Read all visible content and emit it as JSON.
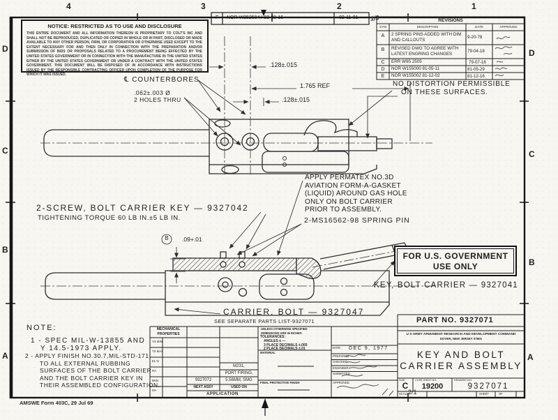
{
  "sheet": {
    "zones_top": [
      "4",
      "3",
      "2",
      "1"
    ],
    "zones_left": [
      "D",
      "C",
      "B",
      "A"
    ],
    "zones_right": [
      "D",
      "C",
      "B",
      "A"
    ],
    "form_footer": "AMSWE Form 403C, 29 Jul 69"
  },
  "notice": {
    "title": "NOTICE: RESTRICTED AS TO USE AND DISCLOSURE",
    "body": "THIS ENTIRE DOCUMENT AND ALL INFORMATION THEREON IS PROPRIETARY TO COLT'S INC AND SHALL NOT BE REPRODUCED, DUPLICATED OR COPIED IN WHOLE OR IN PART, DISCLOSED OR MADE AVAILABLE TO ANY OTHER PERSON, FIRM, OR CORPORATION OR OTHERWISE USED EXCEPT TO THE EXTENT NECESSARY FOR AND THEN ONLY IN CONNECTION WITH THE PREPARATION AND/OR SUBMISSION OF BIDS OR PROPOSALS RELATED TO A PROCUREMENT BEING EFFECTED BY THE UNITED STATES GOVERNMENT OR IN CONNECTION WITH THE MANUFACTURE IN THE UNITED STATES EITHER BY THE UNITED STATES GOVERNMENT OR UNDER A CONTRACT WITH THE UNITED STATES GOVERNMENT. THIS DOCUMENT WILL BE DISPOSED OF IN ACCORDANCE WITH INSTRUCTIONS ISSUED BY THE RESPONSIBLE CONTRACTING OFFICER UPON COMPLETION OF THE PURPOSE FOR WHICH IT WAS ISSUED."
  },
  "change_strip": {
    "rev": "F",
    "change": "NOR W252504 / 82-09-15",
    "date": "82-11-01",
    "mark": "1/3"
  },
  "revisions": {
    "title": "REVISIONS",
    "headers": [
      "SYM",
      "DESCRIPTION",
      "DATE",
      "APPROVED"
    ],
    "rows": [
      {
        "sym": "A",
        "desc": "2 SPRING PINS ADDED WITH DIM AND CALLOUTS",
        "date": "9-20-78"
      },
      {
        "sym": "B",
        "desc": "REVISED DWG TO AGREE WITH LATEST ENGRING CHANGES",
        "date": "79-04-18"
      },
      {
        "sym": "C",
        "desc": "ERR W95 2505",
        "date": "79-07-16"
      },
      {
        "sym": "D",
        "desc": "NOR W155000   81-05-11",
        "date": "81-05-29"
      },
      {
        "sym": "E",
        "desc": "NOR W155002   81-12-02",
        "date": "81-12-16"
      }
    ]
  },
  "callouts": {
    "no_distortion_1": "NO DISTORTION PERMISSIBLE",
    "no_distortion_2": "ON THESE SURFACES.",
    "counterbores": "℄ COUNTERBORES",
    "holes_dia": ".062±.003 Ø",
    "holes_qty": "2 HOLES THRU",
    "dim_128_top": ".128±.015",
    "dim_1765": "1.765 REF",
    "dim_128_mid": ".128±.015",
    "permatex": [
      "APPLY PERMATEX NO.3D",
      "AVIATION FORM-A-GASKET",
      "(LIQUID) AROUND GAS HOLE",
      "ONLY ON BOLT CARRIER",
      "PRIOR TO ASSEMBLY."
    ],
    "spring_pin": "2-MS16562-98 SPRING PIN",
    "screw": "2-SCREW, BOLT CARRIER KEY — 9327042",
    "torque": "TIGHTENING TORQUE 60 LB IN.±5 LB IN.",
    "datum": "B",
    "dim_09": ".09+.01",
    "key": "KEY, BOLT CARRIER — 9327041",
    "carrier": "CARRIER, BOLT — 9327047",
    "parts_list": "SEE SEPARATE PARTS LIST-9327071",
    "gov_1": "FOR U.S. GOVERNMENT",
    "gov_2": "USE ONLY",
    "part_no": "PART NO. 9327071"
  },
  "notes": {
    "heading": "NOTE:",
    "n1": [
      "1 - SPEC MIL-W-13855 AND",
      "Y 14.5-1973 APPLY."
    ],
    "n2": [
      "2 - APPLY FINISH NO.30.7,MIL-STD-171",
      "TO ALL EXTERNAL RUBBING",
      "SURFACES OF THE BOLT CARRIER",
      "AND THE BOLT CARRIER KEY IN",
      "THEIR ASSEMBLED CONFIGURATION."
    ]
  },
  "title_block": {
    "mech": {
      "h1": "MECHANICAL",
      "h2": "PROPERTIES",
      "rows": [
        "YS MIN",
        "TS MAX",
        "EL %",
        "RA",
        "BHN",
        "RH"
      ]
    },
    "app": {
      "next_assy_value": "9327072",
      "used_on": [
        "M231,",
        "PORT FIRING,",
        "5.56MM, SMG"
      ],
      "next_assy": "NEXT ASSY",
      "used_on_label": "USED ON",
      "application": "APPLICATION"
    },
    "tol": {
      "l1": "UNLESS OTHERWISE SPECIFIED",
      "l2": "DIMENSIONS ARE IN INCHES",
      "l3": "TOLERANCES:",
      "l4": "ANGLES ± —",
      "l5": "3 PLACE DECIMALS ±.005",
      "l6": "2 PLACE DECIMALS ±.01"
    },
    "material": "MATERIAL",
    "finish": "FINAL PROTECTIVE FINISH",
    "sig": {
      "date": "DATE",
      "date_value": "DEC 9, 1977",
      "prepared": "PREPARED",
      "checked": "CHECKED",
      "engineer": "ENGINEER",
      "submitted": "SUBMITTED",
      "approved": "APPROVED"
    },
    "agency": {
      "l1": "U S ARMY ARMAMENT RESEARCH AND DEVELOPMENT COMMAND",
      "l2": "DOVER, NEW JERSEY 07801"
    },
    "title": [
      "KEY AND BOLT",
      "CARRIER ASSEMBLY"
    ],
    "size_label": "SIZE",
    "size": "C",
    "code_label": "CODE IDENT NO.",
    "code": "19200",
    "dwg_label": "DRAWING NO.",
    "dwg": "9327071",
    "scale_label": "SCALE",
    "scale": "2/1",
    "sheet_label": "SHEET",
    "of_label": "OF"
  }
}
